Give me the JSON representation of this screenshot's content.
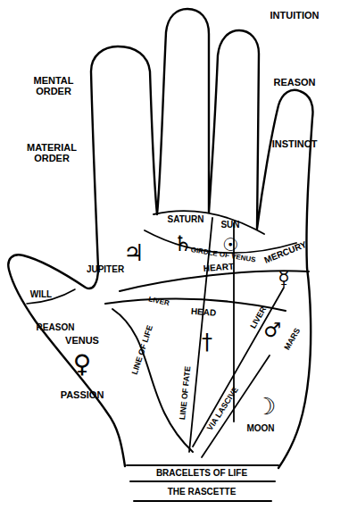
{
  "diagram": {
    "labels": [
      "MENTAL ORDER",
      "MATERIAL ORDER",
      "INTUITION",
      "REASON",
      "INSTINCT",
      "♄",
      "SATURN",
      "☉",
      "SUN",
      "MERCURY",
      "☿",
      "♃",
      "JUPITER",
      "GIRDLE OF VENUS",
      "HEART",
      "LIVER",
      "HEAD",
      "LIVER",
      "WILL",
      "REASON",
      "VENUS",
      "♀",
      "PASSION",
      "LINE OF LIFE",
      "†",
      "LINE OF FATE",
      "VIA LASCIVE",
      "♂",
      "MARS",
      "☽",
      "MOON",
      "BRACELETS OF LIFE",
      "THE RASCETTE"
    ]
  }
}
